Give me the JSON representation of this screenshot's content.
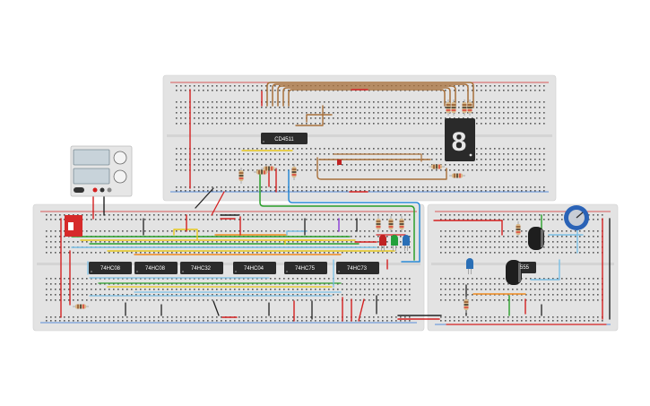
{
  "colors": {
    "board": "#e3e3e3",
    "hole": "#5a5a5a",
    "rail_red": "#d62a2a",
    "rail_blue": "#2a6fd6",
    "chip": "#2b2b2b",
    "chip_text": "#ffffff",
    "wire_brown": "#a8703a",
    "wire_red": "#d42020",
    "wire_green": "#2aa02a",
    "wire_yellow": "#e8c81c",
    "wire_blue": "#2a8ad6",
    "wire_orange": "#f08a1c",
    "wire_lightblue": "#7ac0e6",
    "wire_black": "#222222",
    "wire_purple": "#8a3ad6",
    "display_body": "#2a2a2a",
    "display_segment": "#e6e6e6",
    "power_supply": "#e6e6e6",
    "power_screen": "#c8d3da",
    "pot_blue": "#2a62b6",
    "led_red": "#c02222",
    "led_green": "#22a03a",
    "led_blue": "#2a6fb6",
    "dip_switch": "#d62a2a"
  },
  "board_top": {
    "chip": {
      "label": "CD4511"
    },
    "display": {
      "digit": "8"
    }
  },
  "board_main": {
    "chips": [
      {
        "label": "74HC08"
      },
      {
        "label": "74HC08"
      },
      {
        "label": "74HC32"
      },
      {
        "label": "74HC04"
      },
      {
        "label": "74HC75"
      },
      {
        "label": "74HC73"
      }
    ]
  },
  "board_right": {
    "timer": {
      "label": "555"
    },
    "potentiometer": {
      "icon": "potentiometer-icon"
    }
  },
  "power_supply": {
    "icons": [
      "screen-icon",
      "screen-icon",
      "knob-icon",
      "knob-icon",
      "power-switch-icon"
    ]
  }
}
